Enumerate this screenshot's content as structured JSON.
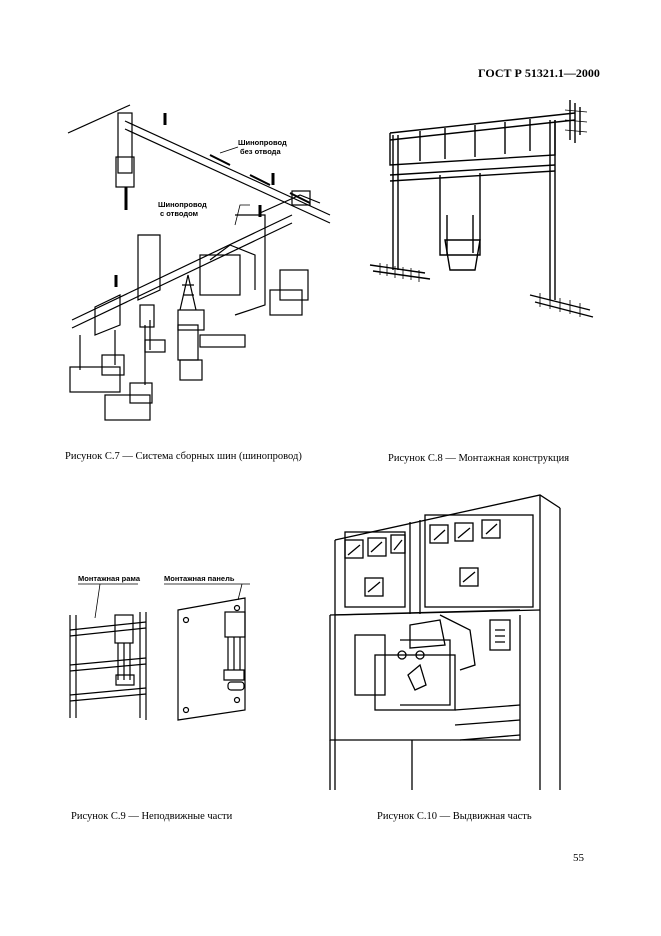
{
  "header": {
    "standard": "ГОСТ Р 51321.1—2000"
  },
  "figures": [
    {
      "caption": "Рисунок С.7 — Система сборных шин (шинопровод)",
      "labels": {
        "busbar_no_tap_line1": "Шинопровод",
        "busbar_no_tap_line2": "без отвода",
        "busbar_tap_line1": "Шинопровод",
        "busbar_tap_line2": "с отводом"
      }
    },
    {
      "caption": "Рисунок С.8 — Монтажная конструкция"
    },
    {
      "caption": "Рисунок С.9 — Неподвижные части",
      "labels": {
        "mounting_frame": "Монтажная рама",
        "mounting_panel": "Монтажная панель"
      }
    },
    {
      "caption": "Рисунок С.10 — Выдвижная часть"
    }
  ],
  "footer": {
    "page_number": "55"
  }
}
